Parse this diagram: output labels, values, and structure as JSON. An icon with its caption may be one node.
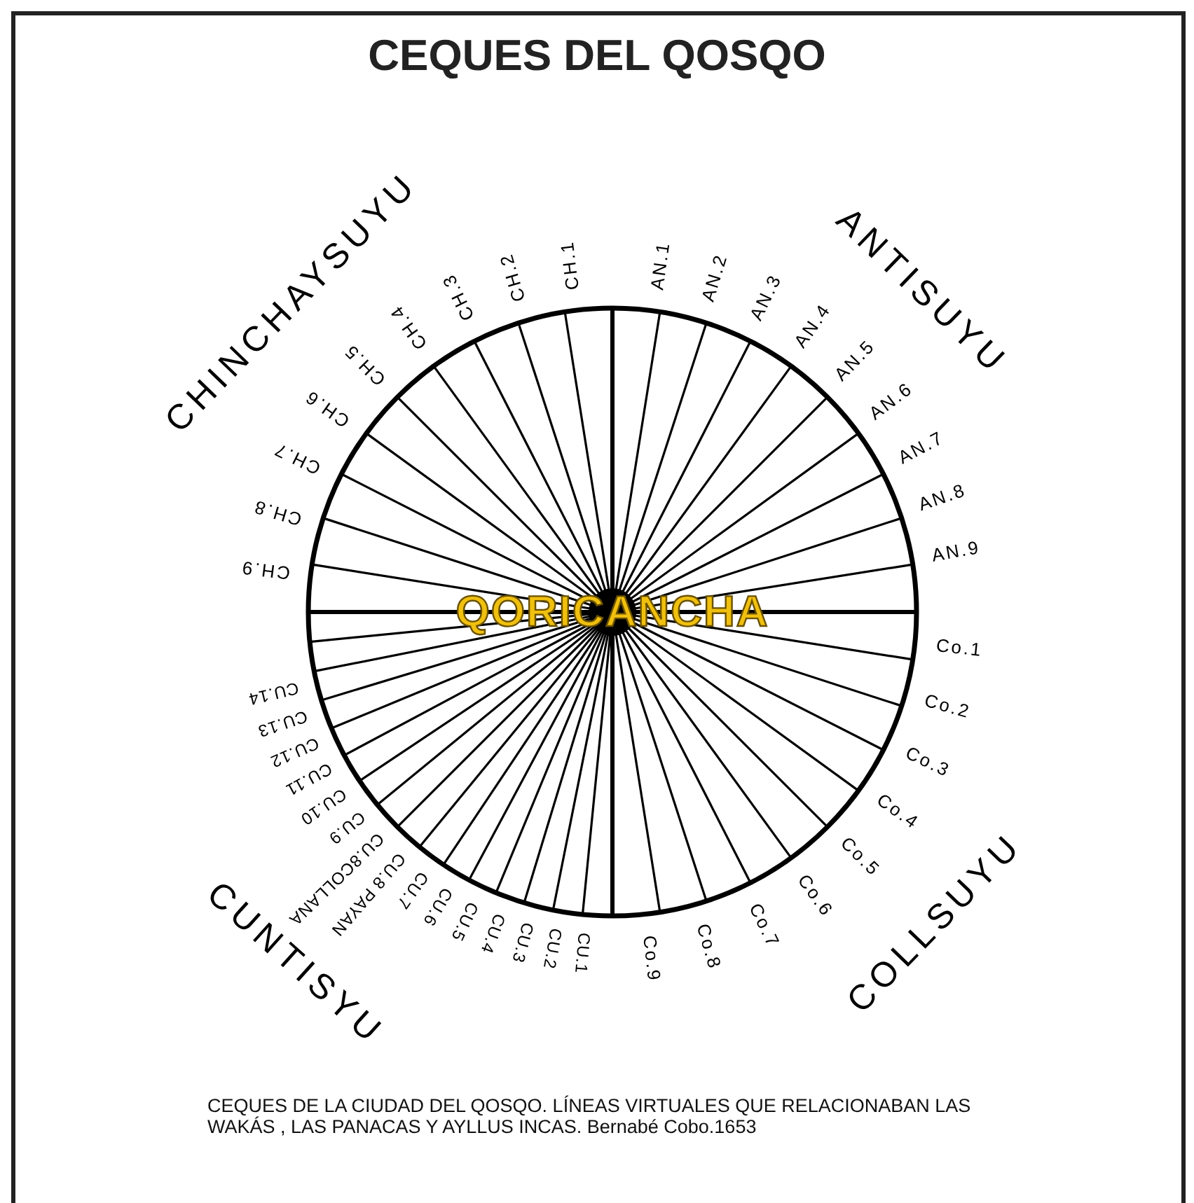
{
  "diagram": {
    "title": "CEQUES DEL QOSQO",
    "caption": "CEQUES DE LA CIUDAD DEL QOSQO. LÍNEAS VIRTUALES QUE RELACIONABAN LAS WAKÁS , LAS PANACAS Y AYLLUS INCAS. Bernabé Cobo.1653",
    "nodes": [
      {
        "text": [
          "QORICANCHA"
        ]
      }
    ],
    "edges": [],
    "labels": [
      "CHINCHAYSUYU",
      "ANTISUYU",
      "CH.1",
      "CH.2",
      "CH.3",
      "CH.4",
      "CH.5",
      "CH.6",
      "CH.7",
      "CH.8",
      "CH.9",
      "AN.1",
      "AN.2",
      "AN.3",
      "AN.4",
      "AN.5",
      "AN.6",
      "AN.7",
      "AN.8",
      "AN.9",
      "Co.1",
      "Co.2",
      "Co.3",
      "Co.4",
      "Co.5",
      "Co.6",
      "Co.7",
      "Co.8",
      "Co.9",
      "CU.1",
      "CU.2",
      "CU.3",
      "CU.4",
      "CU.5",
      "CU.6",
      "CU.7",
      "CU.8 PAYAN",
      "CU.8COLLANA",
      "CU.9",
      "CU.10",
      "CU.11",
      "CU.12",
      "CU.13",
      "CU.14",
      "CUNTISYU",
      "COLLSUYU"
    ]
  }
}
